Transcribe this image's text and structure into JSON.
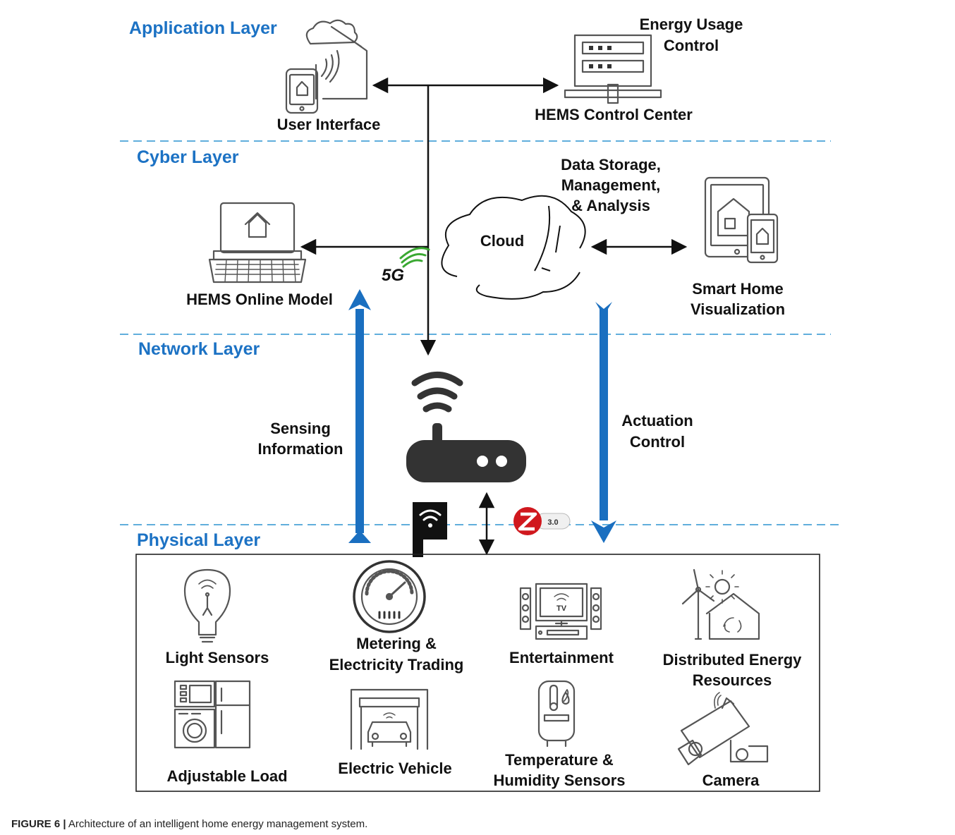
{
  "layers": {
    "application": "Application Layer",
    "cyber": "Cyber Layer",
    "network": "Network Layer",
    "physical": "Physical Layer"
  },
  "nodes": {
    "user_interface": "User Interface",
    "energy_usage_control": [
      "Energy Usage",
      "Control"
    ],
    "hems_control_center": "HEMS Control Center",
    "data_storage": [
      "Data Storage,",
      "Management,",
      "& Analysis"
    ],
    "cloud": "Cloud",
    "hems_online_model": "HEMS Online Model",
    "smart_home_visualization": [
      "Smart Home",
      "Visualization"
    ],
    "badge_5g": "5G",
    "sensing_information": [
      "Sensing",
      "Information"
    ],
    "actuation_control": [
      "Actuation",
      "Control"
    ],
    "zigbee_version": "3.0"
  },
  "devices": {
    "light_sensors": "Light Sensors",
    "metering": [
      "Metering &",
      "Electricity Trading"
    ],
    "entertainment": "Entertainment",
    "tv_text": "TV",
    "distributed_energy": [
      "Distributed Energy",
      "Resources"
    ],
    "adjustable_load": "Adjustable Load",
    "electric_vehicle": "Electric Vehicle",
    "temperature_humidity": [
      "Temperature &",
      "Humidity Sensors"
    ],
    "camera": "Camera"
  },
  "caption": {
    "label": "FIGURE 6 |",
    "text": " Architecture of an intelligent home energy management system."
  },
  "colors": {
    "layer_title": "#1c72c4",
    "divider": "#4aa3d8",
    "blue_arrow": "#1a6fc0",
    "black": "#111111",
    "icon_gray": "#555555",
    "router": "#333333",
    "zigbee_red": "#d0181e",
    "wifi_green": "#3aa832"
  }
}
